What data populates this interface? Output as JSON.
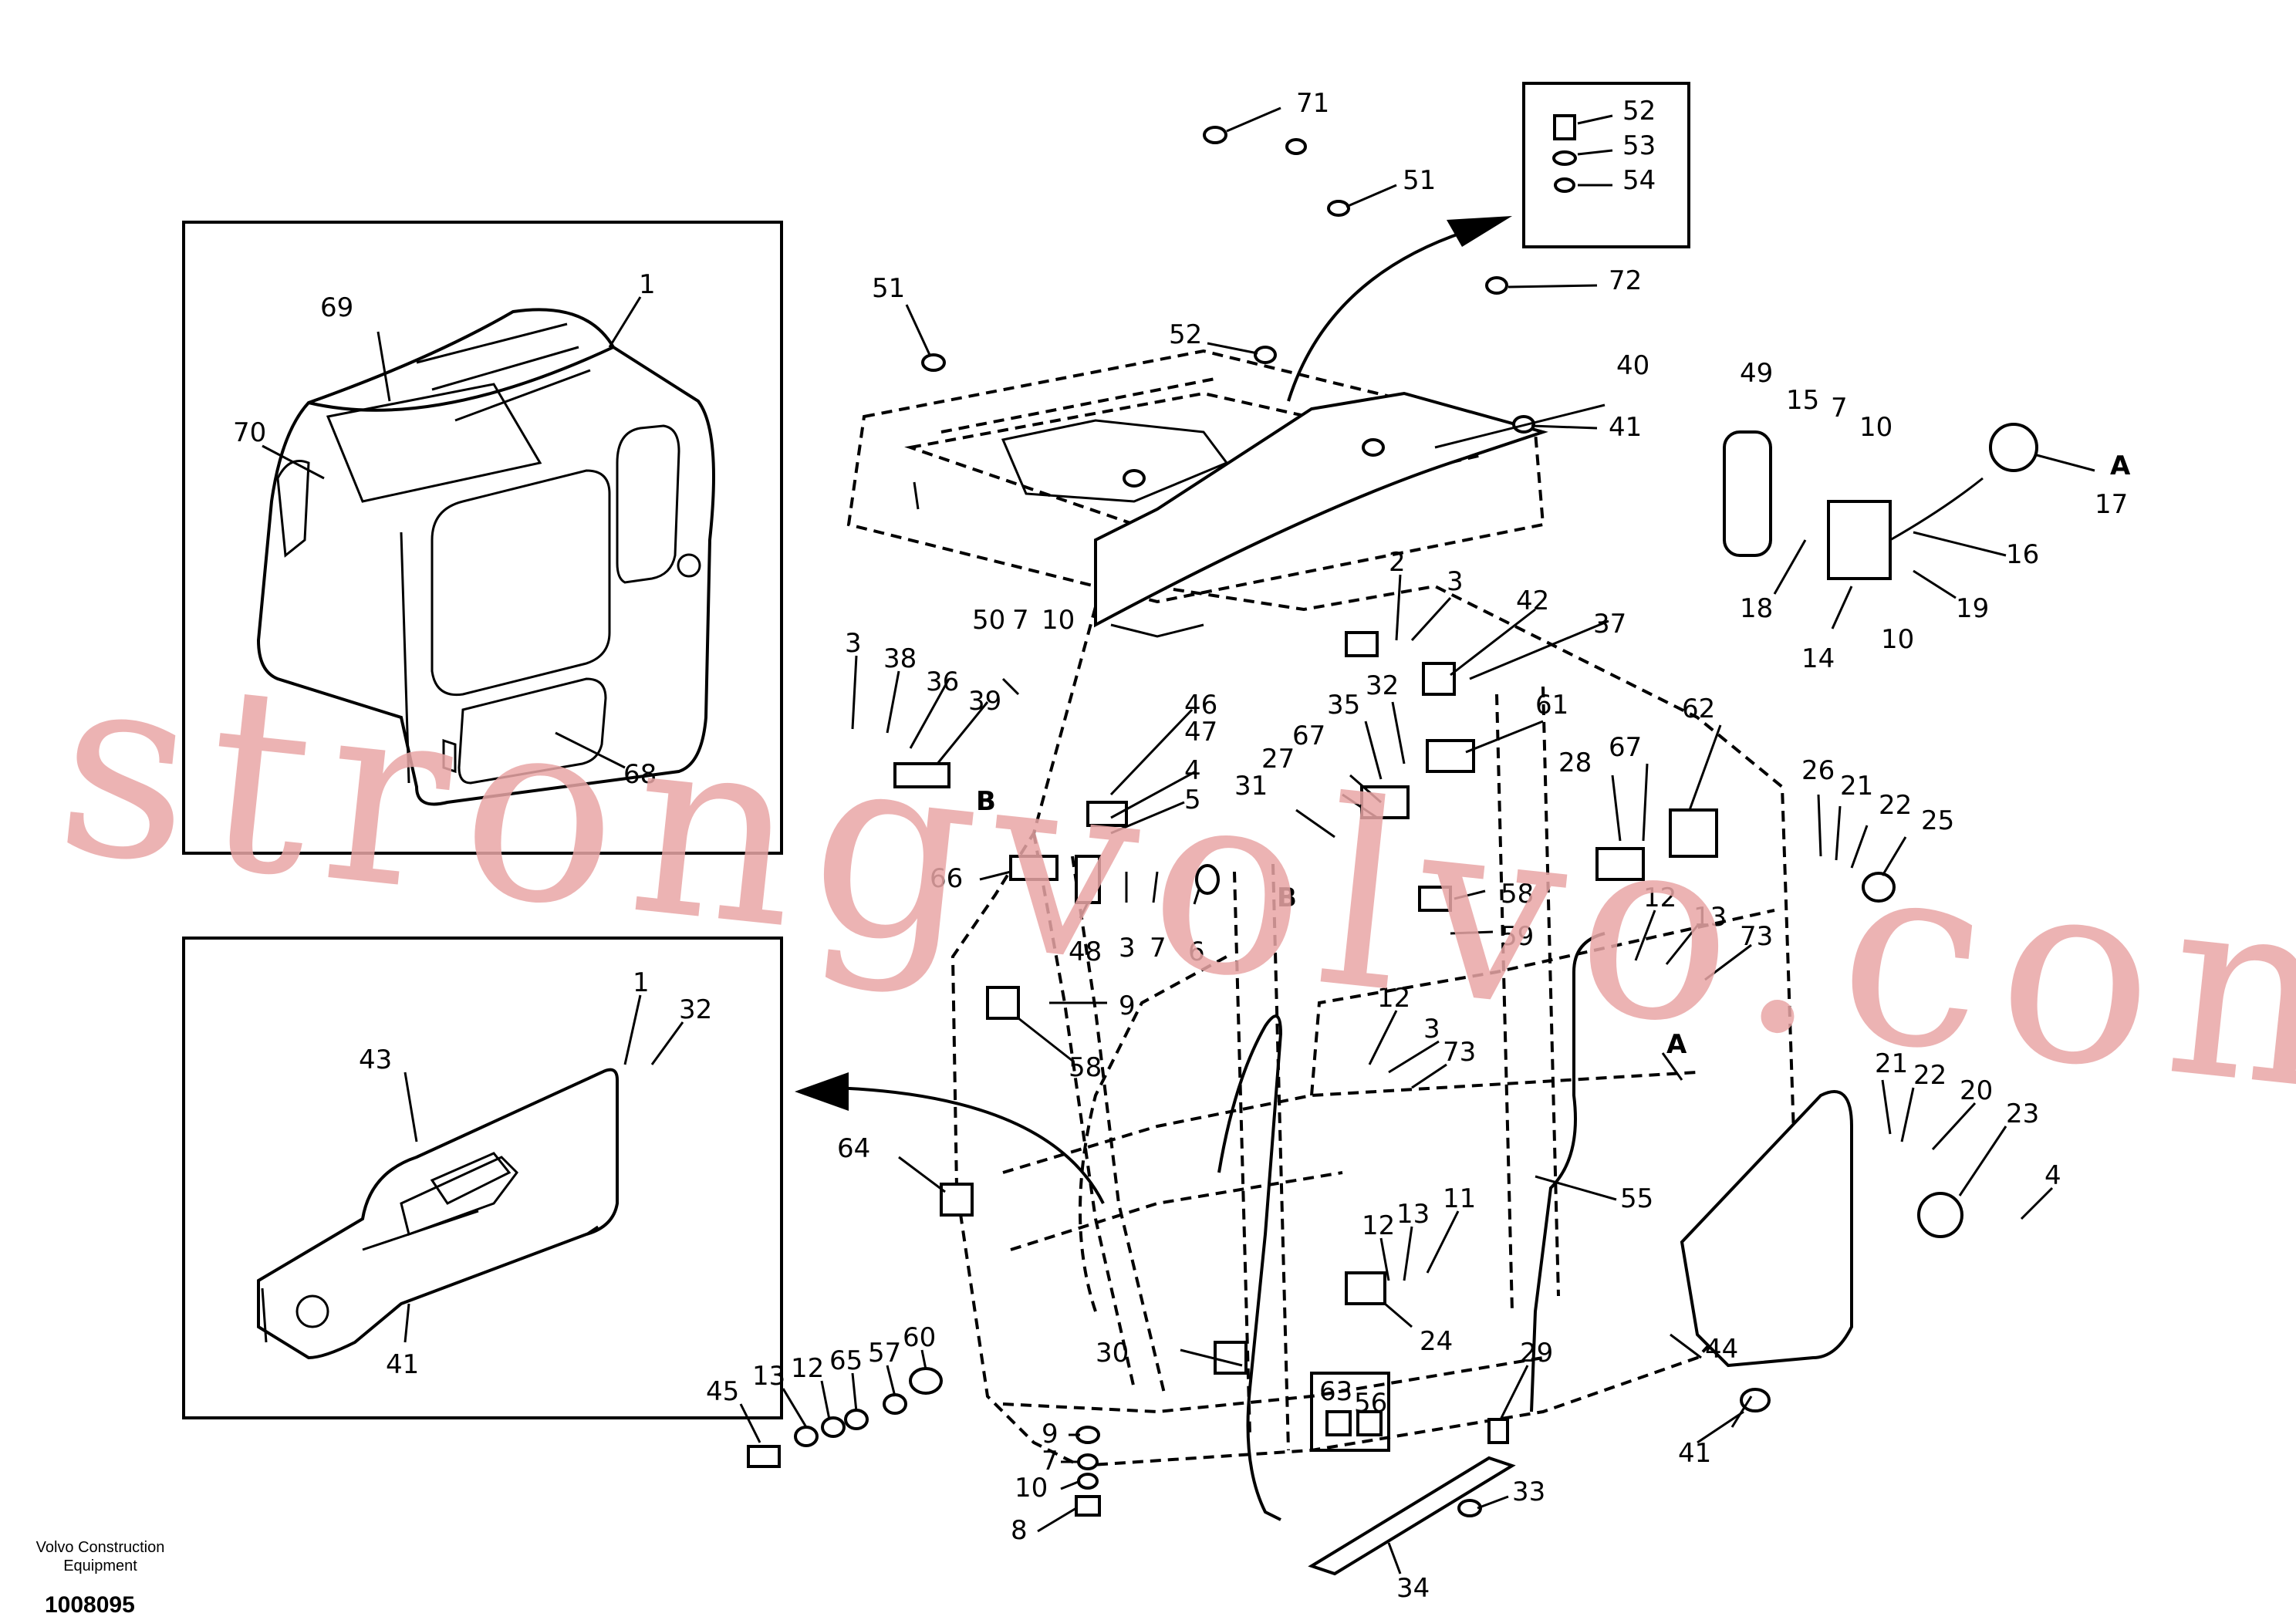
{
  "watermark": "strongvolvo.com",
  "footer": {
    "company_line1": "Volvo Construction",
    "company_line2": "Equipment",
    "document_number": "1008095"
  },
  "callouts": {
    "c71": "71",
    "c51a": "51",
    "c51b": "51",
    "c52a": "52",
    "c53": "53",
    "c54": "54",
    "c52b": "52",
    "c72": "72",
    "c40": "40",
    "c41a": "41",
    "c50": "50",
    "c7a": "7",
    "c10a": "10",
    "c1": "1",
    "c69": "69",
    "c70": "70",
    "c68": "68",
    "c49": "49",
    "c15": "15",
    "c7b": "7",
    "c10b": "10",
    "c17": "17",
    "c16": "16",
    "c18": "18",
    "c14": "14",
    "c10c": "10",
    "c19": "19",
    "cA1": "A",
    "c2": "2",
    "c3a": "3",
    "c42": "42",
    "c37": "37",
    "c3b": "3",
    "c38": "38",
    "c36": "36",
    "c39": "39",
    "cB1": "B",
    "c46": "46",
    "c47": "47",
    "c4a": "4",
    "c5": "5",
    "c35": "35",
    "c32a": "32",
    "c61": "61",
    "c27": "27",
    "c67a": "67",
    "c31": "31",
    "c28": "28",
    "c67b": "67",
    "c62": "62",
    "c26": "26",
    "c21a": "21",
    "c22a": "22",
    "c25": "25",
    "c66": "66",
    "c48": "48",
    "c3c": "3",
    "c7c": "7",
    "c6": "6",
    "cB2": "B",
    "c58a": "58",
    "c59": "59",
    "c12a": "12",
    "c13a": "13",
    "c73a": "73",
    "c9a": "9",
    "c58b": "58",
    "c1x": "1",
    "c32b": "32",
    "c43": "43",
    "c12b": "12",
    "c3d": "3",
    "c73b": "73",
    "cA2": "A",
    "c21b": "21",
    "c22b": "22",
    "c20": "20",
    "c23": "23",
    "c4b": "4",
    "c64": "64",
    "c55": "55",
    "c12c": "12",
    "c13b": "13",
    "c11": "11",
    "c41b": "41",
    "c24": "24",
    "c30": "30",
    "c63": "63",
    "c56": "56",
    "c29": "29",
    "c44": "44",
    "c45": "45",
    "c13c": "13",
    "c12d": "12",
    "c65": "65",
    "c57": "57",
    "c60": "60",
    "c9b": "9",
    "c7d": "7",
    "c10d": "10",
    "c8": "8",
    "c33": "33",
    "c41c": "41",
    "c34": "34"
  }
}
